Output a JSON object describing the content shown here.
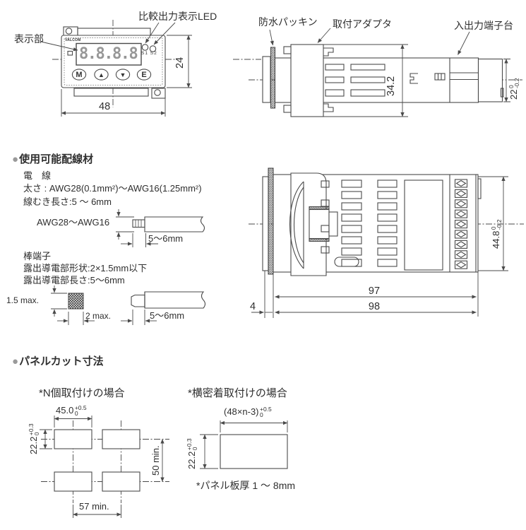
{
  "front_view": {
    "label_led": "比較出力表示LED",
    "label_display": "表示部",
    "brand": "VALCOM",
    "display_value": "8.8.8.8",
    "led_s1": "S1",
    "led_s2": "S2",
    "buttons": [
      "M",
      "▲",
      "▼",
      "E"
    ],
    "dim_width": "48",
    "dim_height": "24"
  },
  "side_view": {
    "label_packing": "防水パッキン",
    "label_adapter": "取付アダプタ",
    "label_terminal": "入出力端子台",
    "dim_body_height": "34.2",
    "dim_terminal_height": {
      "value": "22",
      "tol_upper": "0",
      "tol_lower": "-0.2"
    }
  },
  "top_view": {
    "dim_case_height": {
      "value": "44.8",
      "tol_upper": "0",
      "tol_lower": "-0.2"
    },
    "dim_depth_body": "97",
    "dim_depth_total": "98",
    "dim_bezel": "4"
  },
  "wiring": {
    "bullet": "●",
    "title": "使用可能配線材",
    "wire": {
      "heading": "電　線",
      "size": "太さ : AWG28(0.1mm²)～AWG16(1.25mm²)",
      "strip_length": "線むき長さ:5 ～ 6mm",
      "diagram_label": "AWG28～AWG16",
      "dim_strip": "5～6mm"
    },
    "ferrule": {
      "heading": "棒端子",
      "shape": "露出導電部形状:2×1.5mm以下",
      "length": "露出導電部長さ:5～6mm",
      "dim_height": "1.5 max.",
      "dim_width": "2 max.",
      "dim_length": "5～6mm"
    }
  },
  "panel_cut": {
    "bullet": "●",
    "title": "パネルカット寸法",
    "case_n": {
      "heading": "*N個取付けの場合",
      "dim_width": {
        "value": "45.0",
        "tol_upper": "+0.5",
        "tol_lower": "0"
      },
      "dim_height": {
        "value": "22.2",
        "tol_upper": "+0.3",
        "tol_lower": "0"
      },
      "dim_vertical": "50 min.",
      "dim_pitch": "57 min."
    },
    "case_flush": {
      "heading": "*横密着取付けの場合",
      "dim_width": {
        "value": "(48×n-3)",
        "tol_upper": "+0.5",
        "tol_lower": "0"
      },
      "dim_height": {
        "value": "22.2",
        "tol_upper": "+0.3",
        "tol_lower": "0"
      },
      "note": "*パネル板厚 1 ～ 8mm"
    }
  }
}
